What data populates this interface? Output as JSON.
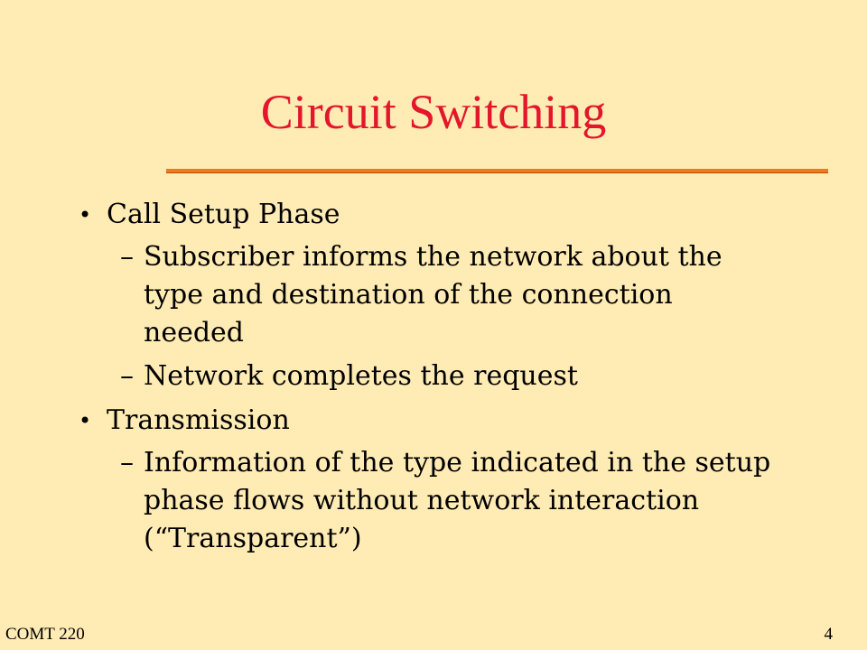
{
  "slide": {
    "title": "Circuit Switching",
    "bullets": [
      {
        "text": "Call Setup Phase",
        "subs": [
          "Subscriber informs the network about the type and destination of the connection needed",
          "Network completes the request"
        ]
      },
      {
        "text": "Transmission",
        "subs": [
          "Information of the type indicated in the setup phase flows without network interaction (“Transparent”)"
        ]
      }
    ],
    "footer": {
      "course": "COMT 220",
      "page_number": "4"
    }
  },
  "colors": {
    "background": "#ffebb4",
    "title": "#e3162b",
    "rule": "#f07a1a"
  }
}
